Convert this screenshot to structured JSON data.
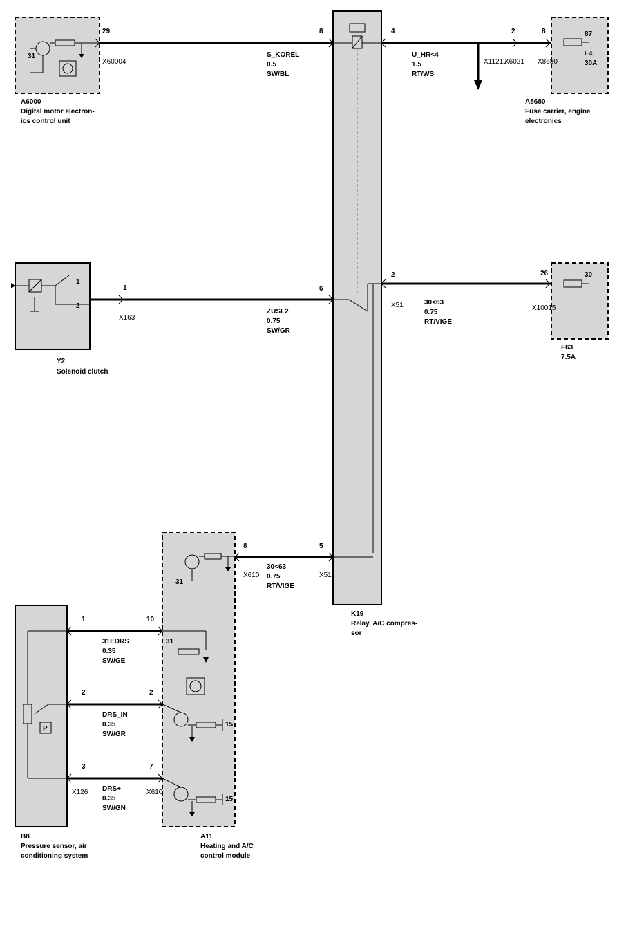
{
  "components": {
    "a6000": {
      "id": "A6000",
      "desc1": "Digital motor electron-",
      "desc2": "ics control unit",
      "pin": "29",
      "conn": "X60004",
      "sym": "31"
    },
    "a8680": {
      "id": "A8680",
      "desc1": "Fuse carrier, engine",
      "desc2": "electronics",
      "pin": "8",
      "conn": "X8680",
      "f4": "F4",
      "f4amp": "30A",
      "f4num": "87"
    },
    "f63": {
      "id": "F63",
      "amp": "7.5A",
      "pin": "26",
      "conn": "X10015",
      "num": "30"
    },
    "y2": {
      "id": "Y2",
      "desc": "Solenoid clutch",
      "pin1": "1",
      "pin2": "2",
      "conn": "X163",
      "wpin": "1"
    },
    "k19": {
      "id": "K19",
      "desc1": "Relay, A/C compres-",
      "desc2": "sor",
      "pin8": "8",
      "pin4": "4",
      "pin6": "6",
      "pin2": "2",
      "pin5": "5",
      "conn1": "X51",
      "conn2": "X51"
    },
    "a11": {
      "id": "A11",
      "desc1": "Heating and A/C",
      "desc2": "control module",
      "pin8": "8",
      "pin10": "10",
      "pin2": "2",
      "pin7": "7",
      "conn1": "X610",
      "conn2": "X610",
      "sym31a": "31",
      "sym31b": "31",
      "sym15a": "15",
      "sym15b": "15"
    },
    "b8": {
      "id": "B8",
      "desc1": "Pressure sensor, air",
      "desc2": "conditioning system",
      "pin1": "1",
      "pin2": "2",
      "pin3": "3",
      "conn": "X126",
      "sym": "P"
    }
  },
  "wires": {
    "w1": {
      "name": "S_KOREL",
      "size": "0.5",
      "color": "SW/BL"
    },
    "w2": {
      "name": "U_HR<4",
      "size": "1.5",
      "color": "RT/WS",
      "conn": "X11212",
      "pin": "2",
      "conn2": "X6021"
    },
    "w3": {
      "name": "ZUSL2",
      "size": "0.75",
      "color": "SW/GR"
    },
    "w4": {
      "name": "30<63",
      "size": "0.75",
      "color": "RT/VIGE"
    },
    "w5": {
      "name": "30<63",
      "size": "0.75",
      "color": "RT/VIGE"
    },
    "w6": {
      "name": "31EDRS",
      "size": "0.35",
      "color": "SW/GE"
    },
    "w7": {
      "name": "DRS_IN",
      "size": "0.35",
      "color": "SW/GR"
    },
    "w8": {
      "name": "DRS+",
      "size": "0.35",
      "color": "SW/GN"
    }
  }
}
